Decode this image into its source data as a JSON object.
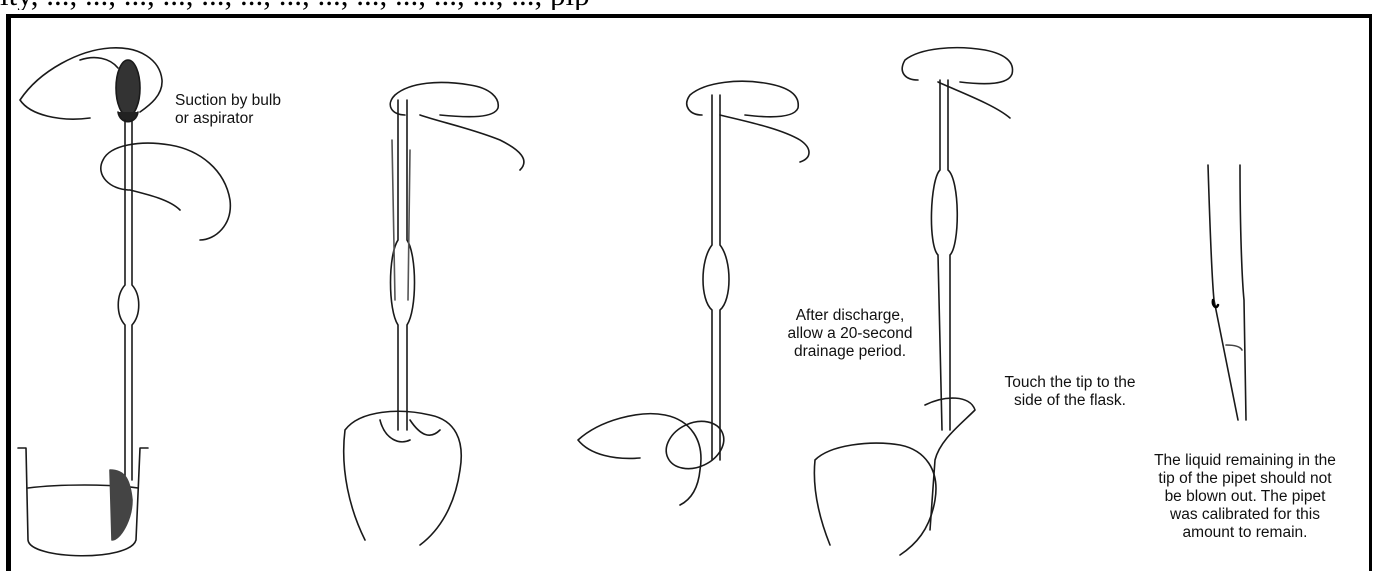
{
  "header_fragment": "ity, ..., ..., ..., ..., ..., ..., ..., ..., ..., ..., ..., ..., ..., pip",
  "captions": {
    "suction": "Suction by bulb\nor aspirator",
    "drainage": "After discharge,\nallow a 20-second\ndrainage period.",
    "touch": "Touch the tip to the\nside of the flask.",
    "remaining": "The liquid remaining in the\ntip of the pipet should not\nbe blown out. The pipet\nwas calibrated for this\namount to remain."
  },
  "steps": [
    "suction",
    "wipe",
    "drain",
    "touch",
    "tip-detail"
  ]
}
